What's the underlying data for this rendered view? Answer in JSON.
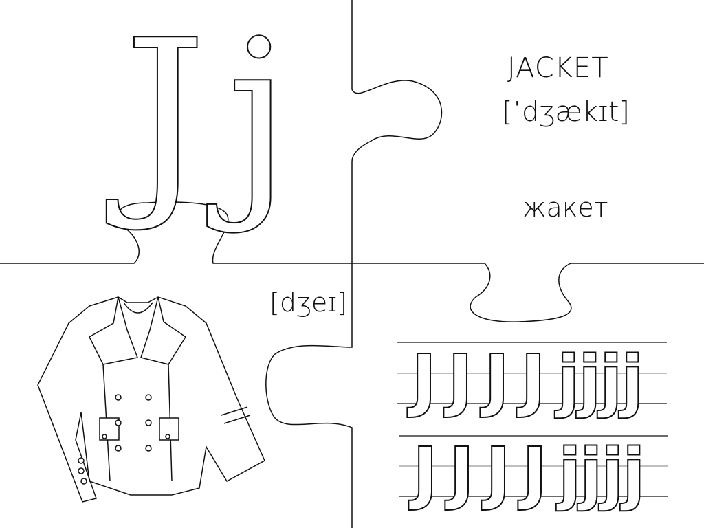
{
  "letter": {
    "upper": "J",
    "lower": "j",
    "transcription": "[dʒeɪ]"
  },
  "word": {
    "english": "JACKET",
    "transcription": "[ˈdʒækɪt]",
    "russian": "жакет"
  },
  "practice": {
    "rows": [
      {
        "letters": [
          "J",
          "J",
          "J",
          "J",
          "j",
          "j",
          "j",
          "j"
        ]
      },
      {
        "letters": [
          "J",
          "J",
          "J",
          "J",
          "j",
          "j",
          "j",
          "j"
        ]
      }
    ]
  },
  "colors": {
    "line": "#111111",
    "guide": "#999999"
  }
}
